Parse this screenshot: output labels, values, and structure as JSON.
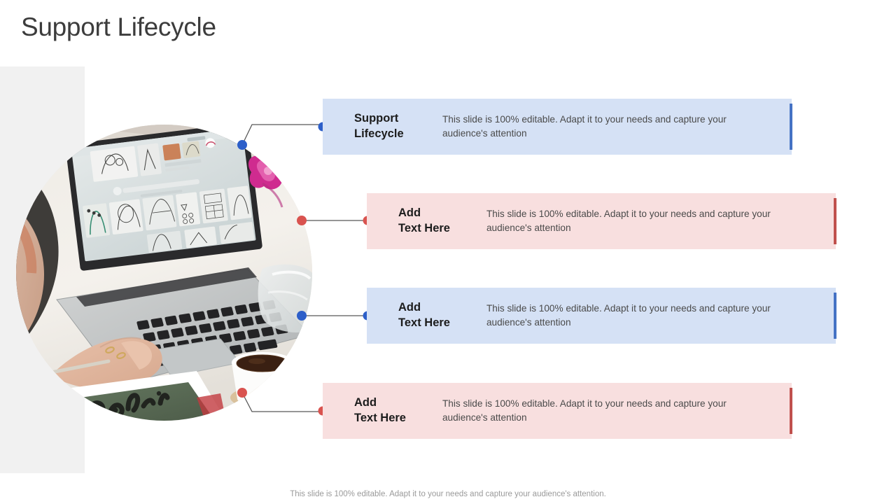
{
  "slide": {
    "title": "Support Lifecycle",
    "footer_note": "This slide is 100% editable. Adapt it to your needs and capture your audience's attention."
  },
  "colors": {
    "blue_card_bg": "#d5e1f5",
    "pink_card_bg": "#f8dfdf",
    "blue_accent": "#4472c4",
    "pink_accent": "#c0504d",
    "grey_panel": "#f1f1f1",
    "title_text": "#3c3c3c",
    "body_text": "#4a4a4a",
    "label_text": "#1c1c1c"
  },
  "photo": {
    "alt": "Woman working on a laptop at a white desk with coffee cup, pink flower, glass vase and a notebook lettered Creative",
    "shape": "circle"
  },
  "cards": [
    {
      "label": "Support\nLifecycle",
      "body": "This slide is 100% editable. Adapt it to your needs and capture your audience's attention",
      "theme": "blue",
      "connector": "angled-up"
    },
    {
      "label": "Add\nText Here",
      "body": "This slide is 100% editable. Adapt it to your needs and capture your audience's attention",
      "theme": "pink",
      "connector": "straight"
    },
    {
      "label": "Add\nText Here",
      "body": "This slide is 100% editable. Adapt it to your needs and capture your audience's attention",
      "theme": "blue",
      "connector": "straight"
    },
    {
      "label": "Add\nText Here",
      "body": "This slide is 100% editable. Adapt it to your needs and capture your audience's attention",
      "theme": "pink",
      "connector": "angled-down"
    }
  ]
}
